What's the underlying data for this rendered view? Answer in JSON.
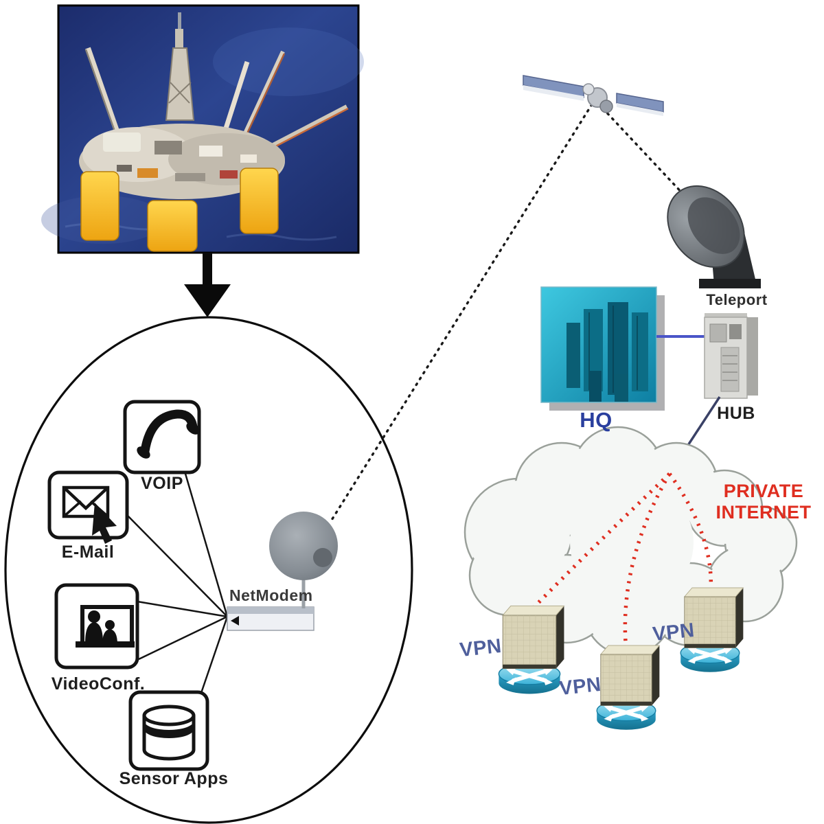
{
  "platform": {
    "voip_label": "VOIP",
    "email_label": "E-Mail",
    "videoconf_label": "VideoConf.",
    "sensor_apps_label": "Sensor Apps",
    "netmodem_label": "NetModem"
  },
  "ground_segment": {
    "teleport_label": "Teleport",
    "hq_label": "HQ",
    "hub_label": "HUB"
  },
  "internet": {
    "label_line1": "PRIVATE",
    "label_line2": "INTERNET",
    "vpn_labels": [
      "VPN",
      "VPN",
      "VPN"
    ]
  },
  "colors": {
    "private_internet_text": "#df2e20",
    "vpn_label_text": "#4f5f9c",
    "hq_label_text": "#2a3f9e",
    "router_cyan": "#2aa0c9",
    "vpn_cube_tan": "#d9d3b6",
    "hq_hub_line_blue": "#4a55c8",
    "hub_cloud_line_navy": "#3a4166",
    "red_dotted_line": "#df2e20",
    "ocean_navy": "#23377f",
    "pontoon_yellow": "#f5b216"
  }
}
